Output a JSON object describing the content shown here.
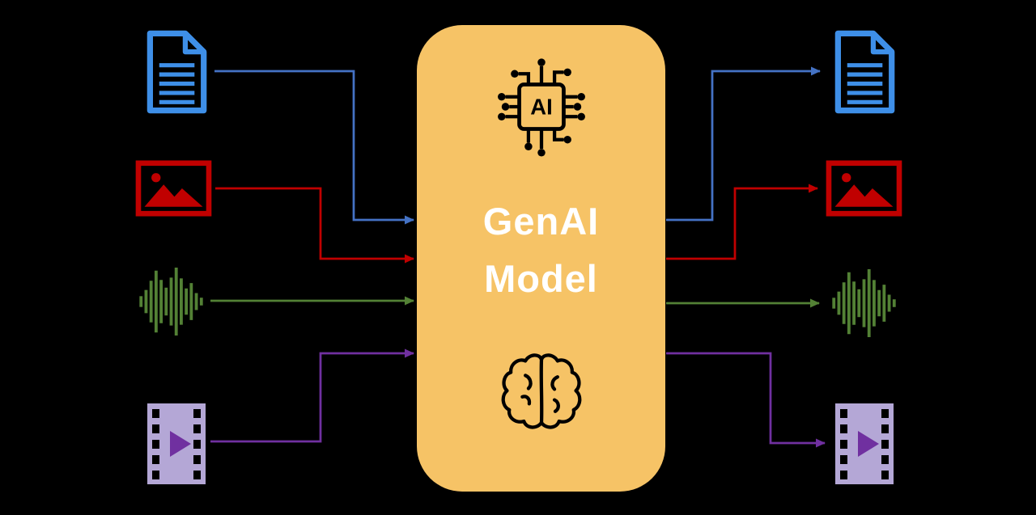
{
  "diagram": {
    "background_color": "#000000",
    "center_box": {
      "title_line1": "GenAI",
      "title_line2": "Model",
      "box_color": "#F6C366",
      "title_color": "#FFFFFF",
      "chip_label": "AI",
      "icons": [
        "ai-chip-icon",
        "brain-icon"
      ]
    },
    "modalities": [
      {
        "id": "text",
        "icon": "document-icon",
        "arrow_color": "#4472C4",
        "icon_color": "#3E8FE8"
      },
      {
        "id": "image",
        "icon": "image-icon",
        "arrow_color": "#C00000",
        "icon_color": "#C00000"
      },
      {
        "id": "audio",
        "icon": "audio-waveform-icon",
        "arrow_color": "#538135",
        "icon_color": "#538135"
      },
      {
        "id": "video",
        "icon": "video-icon",
        "arrow_color": "#7030A0",
        "icon_color": "#B4A7D6",
        "icon_accent_color": "#7030A0"
      }
    ]
  }
}
